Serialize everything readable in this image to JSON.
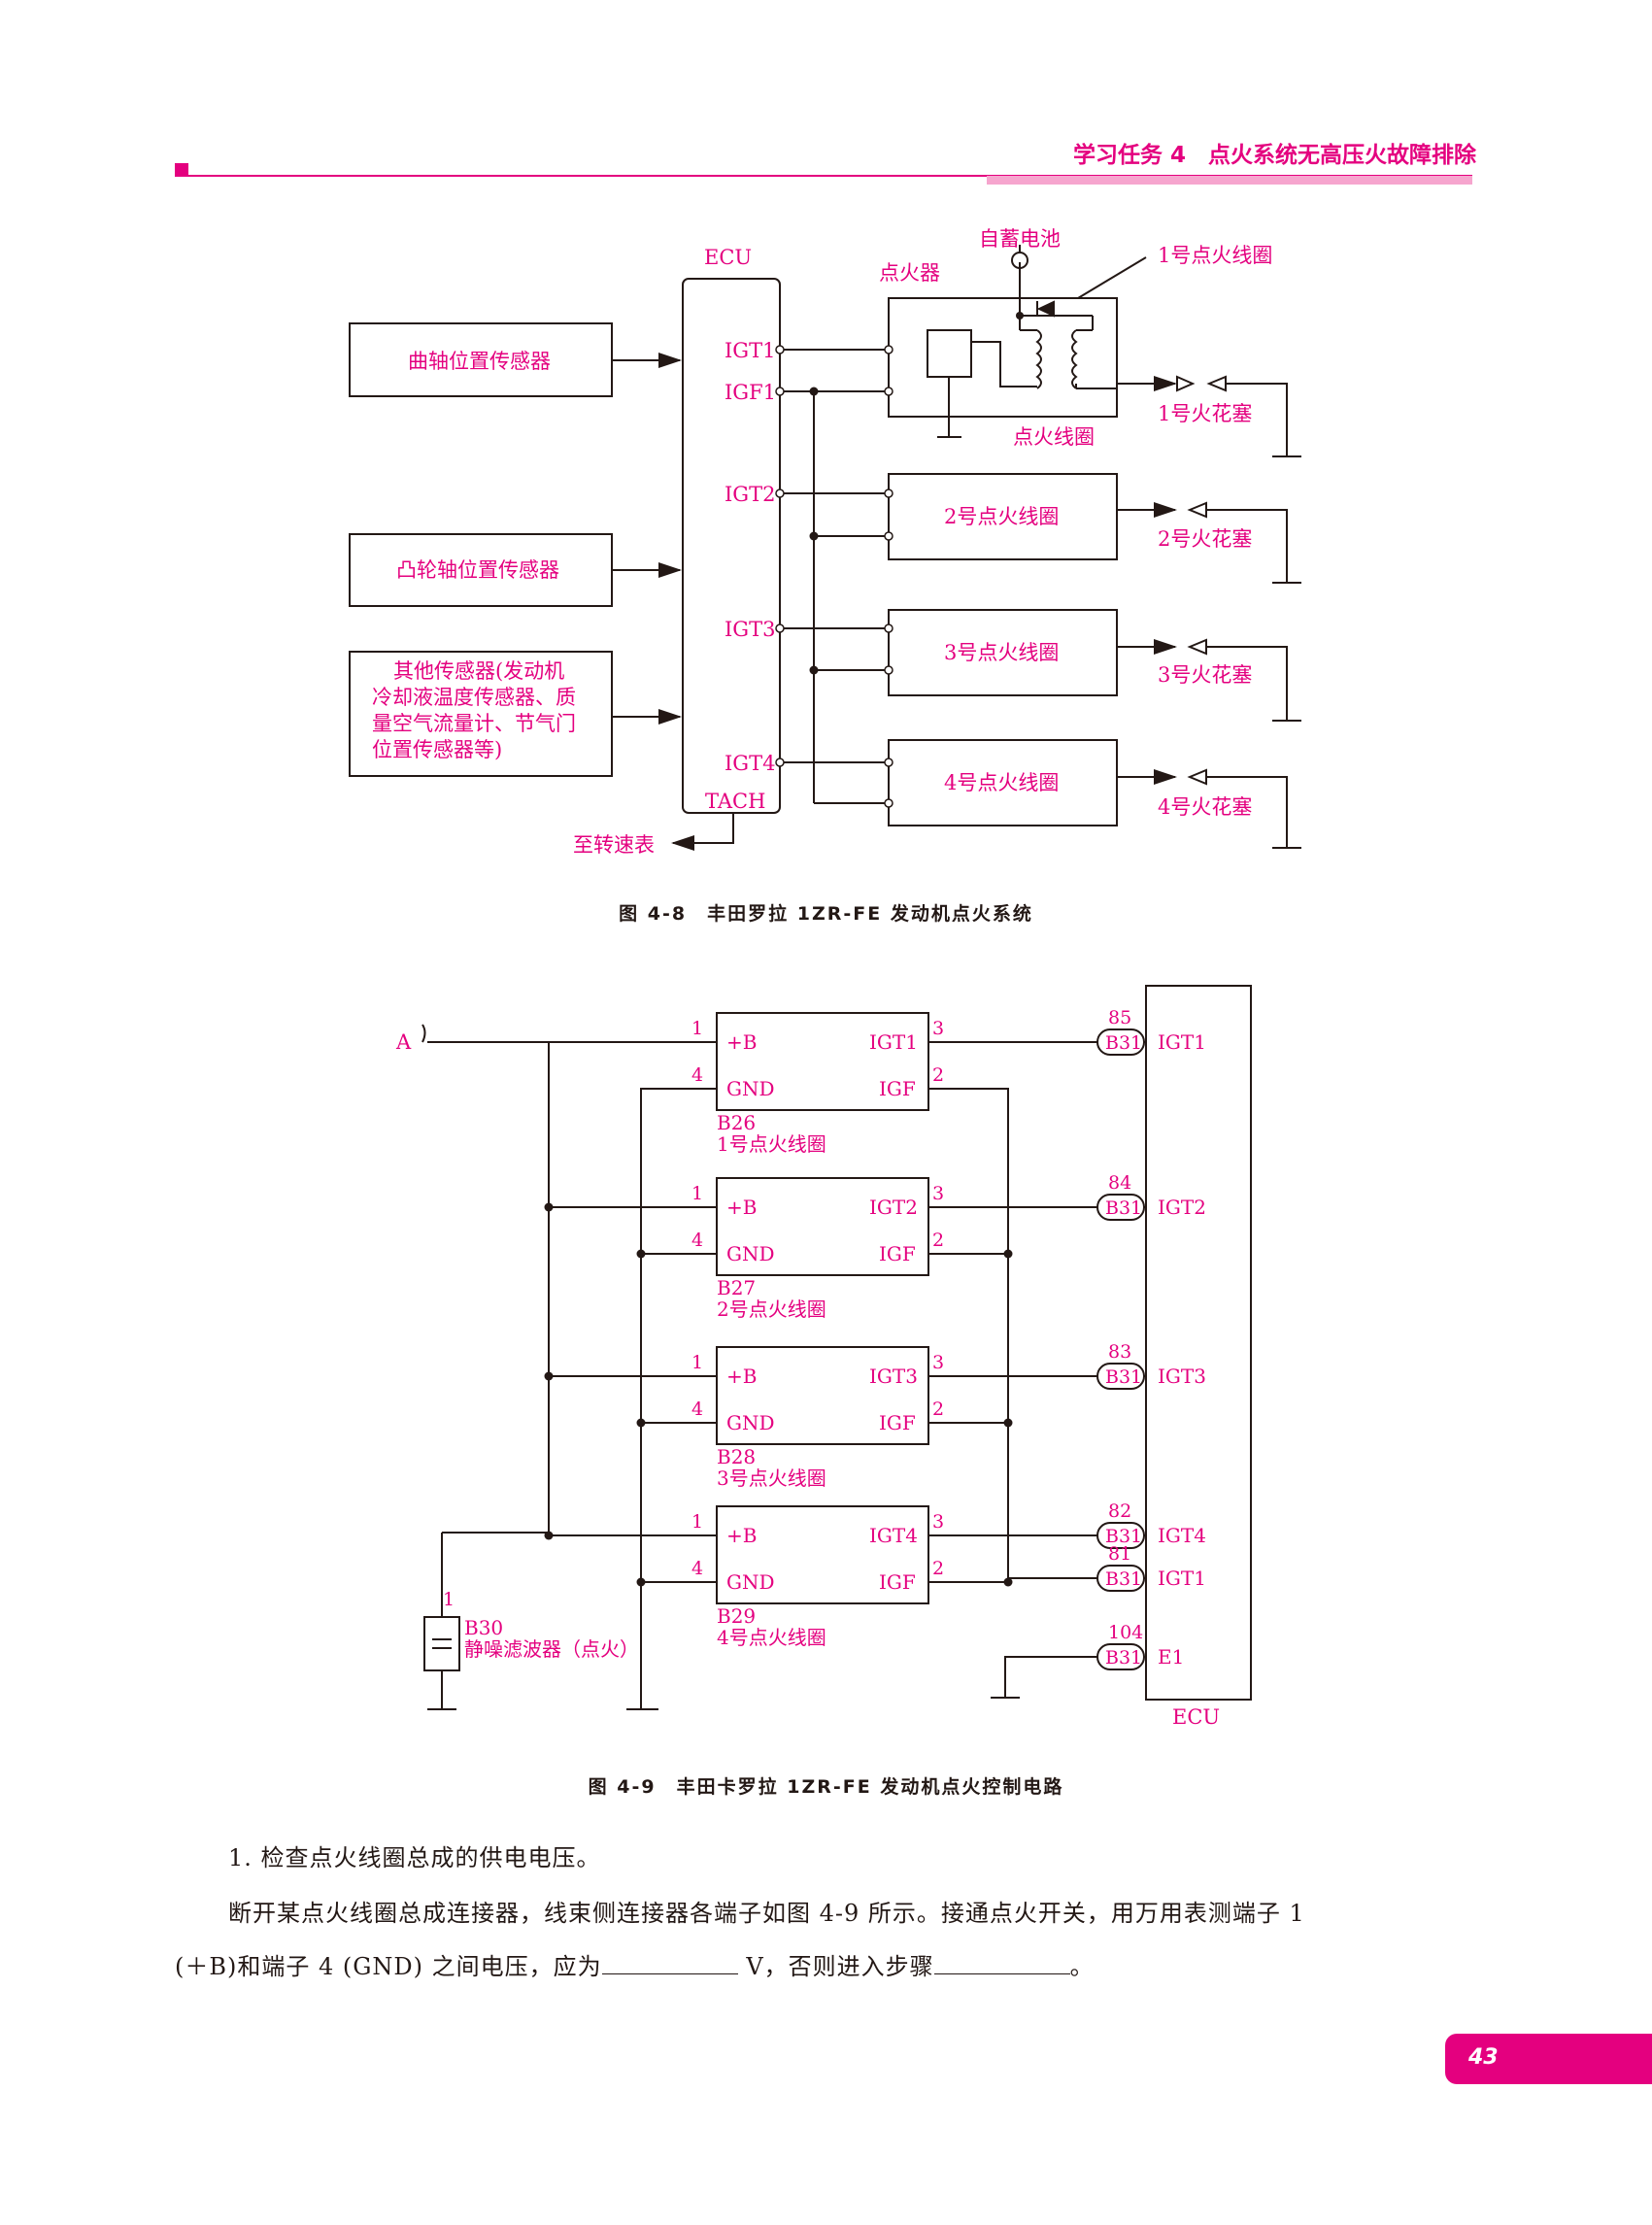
{
  "header": {
    "title": "学习任务 4　点火系统无高压火故障排除"
  },
  "figure_4_8": {
    "caption": "图 4-8　丰田罗拉 1ZR-FE 发动机点火系统",
    "ecu_label": "ECU",
    "igniter_label": "点火器",
    "battery_label": "自蓄电池",
    "coil1_label": "1号点火线圈",
    "coil_label": "点火线圈",
    "sensor_crank": "曲轴位置传感器",
    "sensor_cam": "凸轮轴位置传感器",
    "sensor_other": [
      "其他传感器(发动机",
      "冷却液温度传感器、质",
      "量空气流量计、节气门",
      "位置传感器等)"
    ],
    "pins": [
      "IGT1",
      "IGF1",
      "IGT2",
      "IGT3",
      "IGT4",
      "TACH"
    ],
    "coils": [
      "2号点火线圈",
      "3号点火线圈",
      "4号点火线圈"
    ],
    "plugs": [
      "1号火花塞",
      "2号火花塞",
      "3号火花塞",
      "4号火花塞"
    ],
    "tach_out": "至转速表"
  },
  "figure_4_9": {
    "caption": "图 4-9　丰田卡罗拉 1ZR-FE 发动机点火控制电路",
    "input_label": "A",
    "coils": [
      {
        "pin_b": "1",
        "pin_gnd": "4",
        "pin_igt": "3",
        "pin_igf": "2",
        "b_label": "+B",
        "gnd_label": "GND",
        "igt_label": "IGT1",
        "igf_label": "IGF",
        "code": "B26",
        "name": "1号点火线圈"
      },
      {
        "pin_b": "1",
        "pin_gnd": "4",
        "pin_igt": "3",
        "pin_igf": "2",
        "b_label": "+B",
        "gnd_label": "GND",
        "igt_label": "IGT2",
        "igf_label": "IGF",
        "code": "B27",
        "name": "2号点火线圈"
      },
      {
        "pin_b": "1",
        "pin_gnd": "4",
        "pin_igt": "3",
        "pin_igf": "2",
        "b_label": "+B",
        "gnd_label": "GND",
        "igt_label": "IGT3",
        "igf_label": "IGF",
        "code": "B28",
        "name": "3号点火线圈"
      },
      {
        "pin_b": "1",
        "pin_gnd": "4",
        "pin_igt": "3",
        "pin_igf": "2",
        "b_label": "+B",
        "gnd_label": "GND",
        "igt_label": "IGT4",
        "igf_label": "IGF",
        "code": "B29",
        "name": "4号点火线圈"
      }
    ],
    "connectors": [
      {
        "num": "85",
        "code": "B31",
        "signal": "IGT1"
      },
      {
        "num": "84",
        "code": "B31",
        "signal": "IGT2"
      },
      {
        "num": "83",
        "code": "B31",
        "signal": "IGT3"
      },
      {
        "num": "82",
        "code": "B31",
        "signal": "IGT4"
      },
      {
        "num": "81",
        "code": "B31",
        "signal": "IGT1"
      },
      {
        "num": "104",
        "code": "B31",
        "signal": "E1"
      }
    ],
    "filter_pin": "1",
    "filter_code": "B30",
    "filter_name": "静噪滤波器（点火）",
    "ecu_label": "ECU"
  },
  "body": {
    "step1": "1. 检查点火线圈总成的供电电压。",
    "para_line1": "断开某点火线圈总成连接器，线束侧连接器各端子如图 4-9 所示。接通点火开关，用万用表测端子 1",
    "para_line2_a": "(＋B)和端子 4 (GND) 之间电压，应为",
    "para_line2_b": "V，否则进入步骤",
    "para_line2_c": "。"
  },
  "page_number": "43"
}
